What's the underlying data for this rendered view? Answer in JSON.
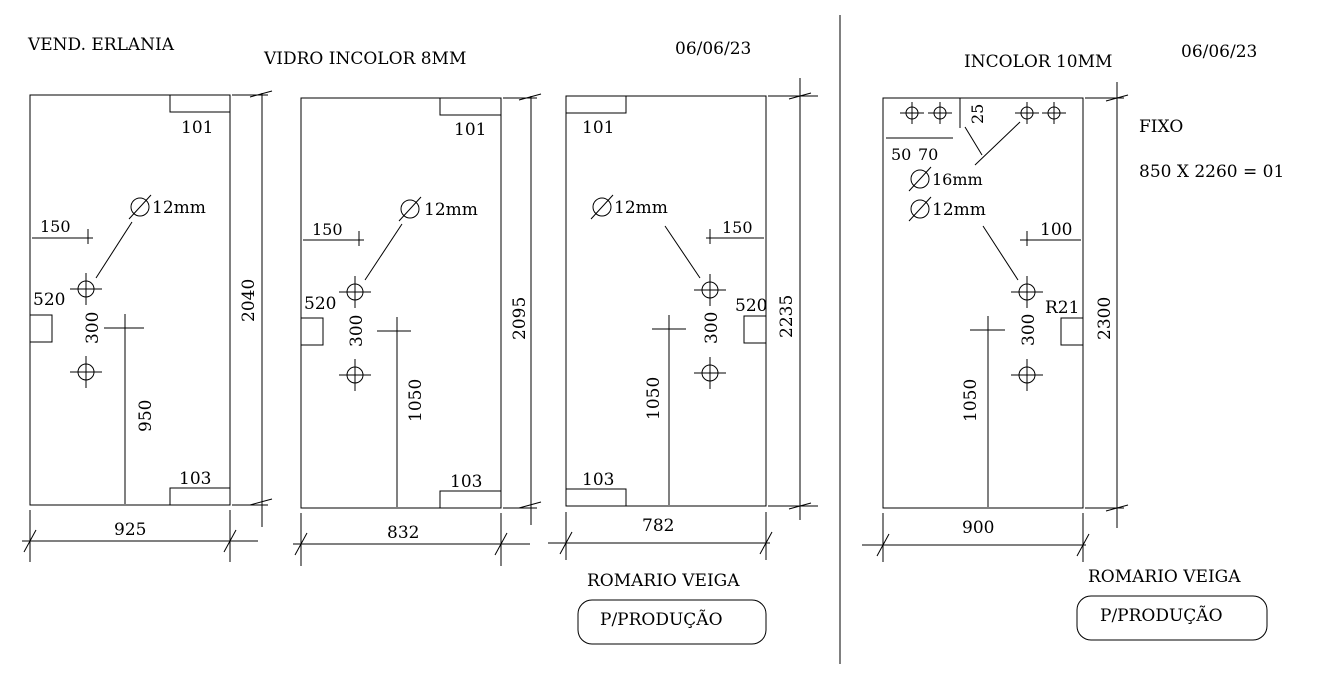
{
  "header": {
    "vendor": "VEND. ERLANIA",
    "glass_8mm": "VIDRO INCOLOR 8MM",
    "date_left": "06/06/23",
    "glass_10mm": "INCOLOR 10MM",
    "date_right": "06/06/23"
  },
  "panels": [
    {
      "width": "925",
      "height": "2040",
      "notch_top": "101",
      "notch_bottom": "103",
      "hole_label": "12mm",
      "side_offset": "150",
      "side_height": "520",
      "hole_spacing": "300",
      "handle_height": "950"
    },
    {
      "width": "832",
      "height": "2095",
      "notch_top": "101",
      "notch_bottom": "103",
      "hole_label": "12mm",
      "side_offset": "150",
      "side_height": "520",
      "hole_spacing": "300",
      "handle_height": "1050"
    },
    {
      "width": "782",
      "height": "2235",
      "notch_top": "101",
      "notch_bottom": "103",
      "hole_label": "12mm",
      "side_offset": "150",
      "side_height": "520",
      "hole_spacing": "300",
      "handle_height": "1050"
    },
    {
      "width": "900",
      "height": "2300",
      "top_offset": "25",
      "hole_pos_a": "50",
      "hole_pos_b": "70",
      "hole_label_top": "16mm",
      "hole_label": "12mm",
      "side_offset": "100",
      "radius": "R21",
      "hole_spacing": "300",
      "handle_height": "1050"
    }
  ],
  "fixed_panel": {
    "label": "FIXO",
    "spec": "850 X 2260 = 01"
  },
  "signatures": {
    "left": {
      "name": "ROMARIO VEIGA",
      "stamp": "P/PRODUÇÃO"
    },
    "right": {
      "name": "ROMARIO VEIGA",
      "stamp": "P/PRODUÇÃO"
    }
  }
}
